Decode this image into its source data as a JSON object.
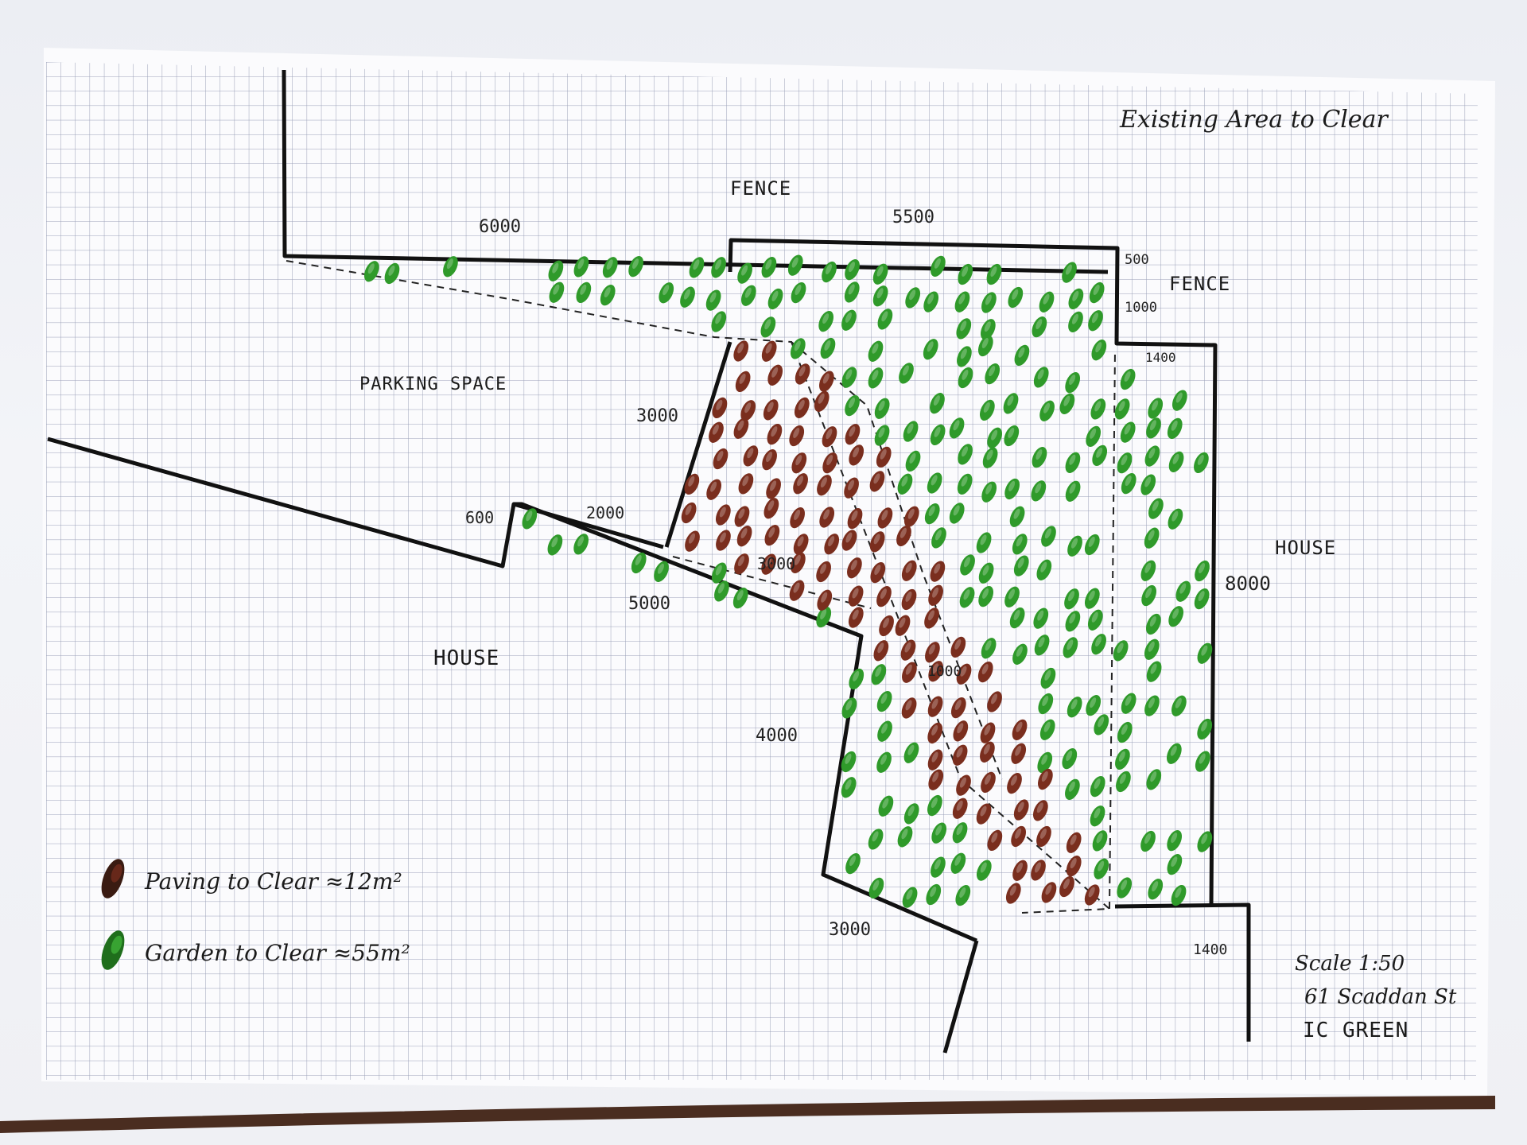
{
  "title": "Existing Area to Clear",
  "labels": {
    "fence_top": "FENCE",
    "fence_right": "FENCE",
    "parking": "PARKING SPACE",
    "house_left": "HOUSE",
    "house_right": "HOUSE"
  },
  "dimensions": {
    "d6000": "6000",
    "d5500": "5500",
    "d500": "500",
    "d1000_top": "1000",
    "d1400_top": "1400",
    "d3000_left": "3000",
    "d600": "600",
    "d2000": "2000",
    "d3000_mid": "3000",
    "d5000": "5000",
    "d1000_mid": "1000",
    "d8000": "8000",
    "d4000": "4000",
    "d3000_bottom": "3000",
    "d1400_bottom": "1400"
  },
  "legend": {
    "paving_label": "Paving to Clear ≈12m²",
    "garden_label": "Garden to Clear ≈55m²",
    "paving_color": "#7a2e1e",
    "garden_color": "#2f9a2a"
  },
  "info": {
    "scale": "Scale 1:50",
    "address": "61 Scaddan St",
    "author": "IC GREEN"
  },
  "colors": {
    "grid": "#9aa0b8",
    "ink": "#111111",
    "paper": "#fbfbfd"
  }
}
